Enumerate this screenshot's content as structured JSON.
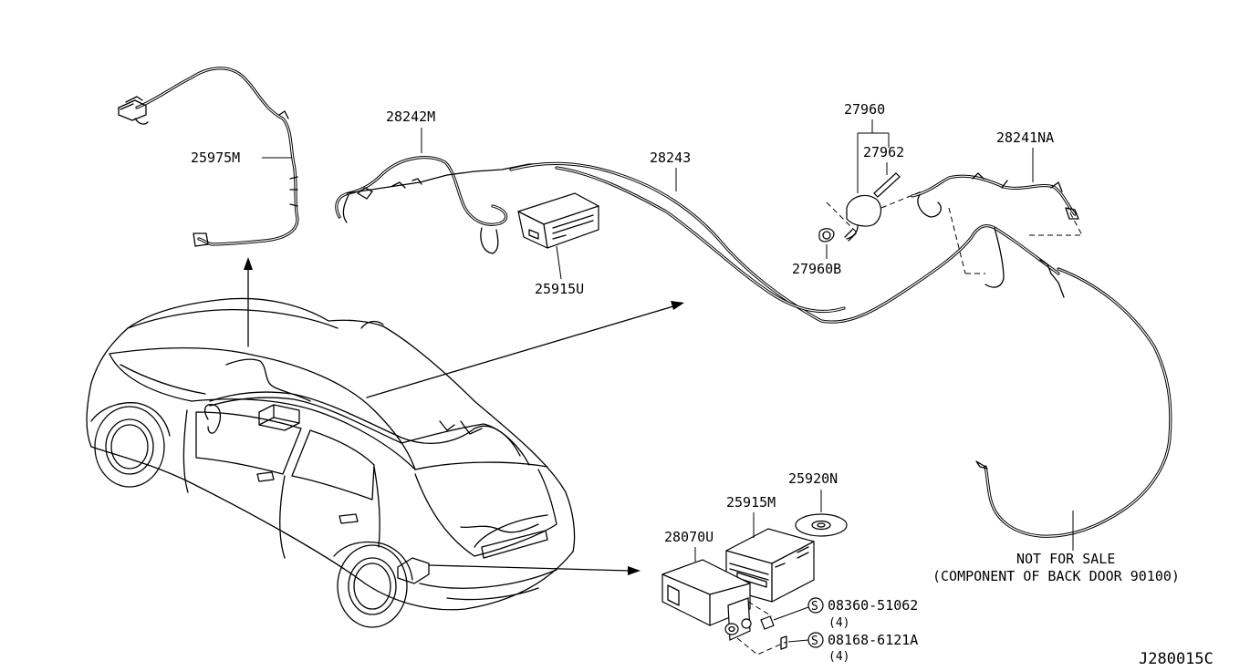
{
  "diagram_id": "J280015C",
  "parts": {
    "p25975M": "25975M",
    "p28242M": "28242M",
    "p28243": "28243",
    "p25915U": "25915U",
    "p27960": "27960",
    "p27962": "27962",
    "p27960B": "27960B",
    "p28241NA": "28241NA",
    "p25920N": "25920N",
    "p25915M": "25915M",
    "p28070U": "28070U"
  },
  "fasteners": [
    {
      "symbol": "S",
      "part": "08360-51062",
      "qty": "(4)"
    },
    {
      "symbol": "S",
      "part": "08168-6121A",
      "qty": "(4)"
    }
  ],
  "notes": {
    "not_for_sale": "NOT FOR SALE",
    "component": "(COMPONENT OF BACK DOOR 90100)"
  }
}
